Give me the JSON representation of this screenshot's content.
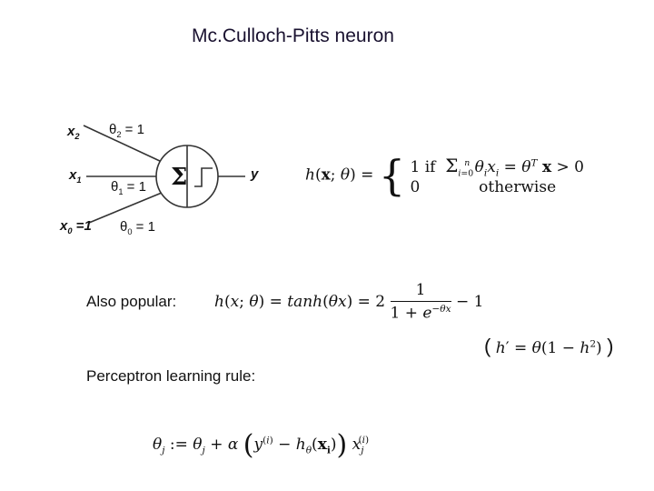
{
  "title": "Mc.Culloch-Pitts neuron",
  "neuron": {
    "inputs": [
      "x2",
      "x1",
      "x0 =1"
    ],
    "weights": [
      "θ2 = 1",
      "θ1 = 1",
      "θ0 = 1"
    ],
    "sum_symbol": "Σ",
    "step_symbol": "⎍",
    "output": "y"
  },
  "formulas": {
    "heaviside": {
      "lhs": "h(x; θ) =",
      "case1_value": "1",
      "case1_if": "if",
      "case1_cond": "Σ_{i=0}^{n} θ_i x_i = θ^T x > 0",
      "case2_value": "0",
      "case2_text": "otherwise"
    },
    "tanh": {
      "lhs": "h(x; θ) = tanh(θx) = 2",
      "numerator": "1",
      "denominator": "1 + e^{−θx}",
      "tail": "− 1"
    },
    "derivative": "h′ = θ(1 − h²)",
    "learning_rule": "θ_j := θ_j + α ( y^(i) − h_θ(x_i) ) x_j^(i)"
  },
  "labels": {
    "also_popular": "Also popular:",
    "perceptron": "Perceptron learning rule:",
    "open_paren": "(",
    "close_paren": ")"
  },
  "colors": {
    "title": "#1a1230",
    "ink": "#111111",
    "line": "#333333"
  }
}
